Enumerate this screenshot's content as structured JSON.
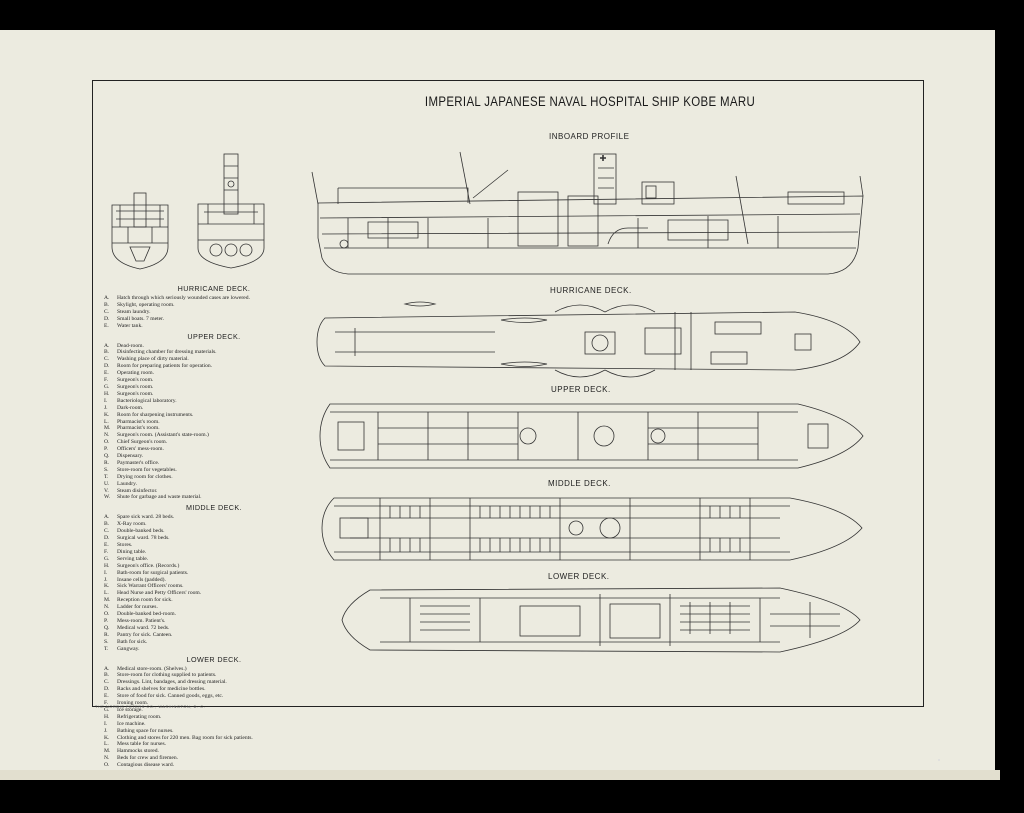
{
  "title": "IMPERIAL JAPANESE NAVAL HOSPITAL SHIP KOBE MARU",
  "views": {
    "inboard": "INBOARD PROFILE",
    "hurricane": "HURRICANE DECK.",
    "upper": "UPPER DECK.",
    "middle": "MIDDLE DECK.",
    "lower": "LOWER DECK."
  },
  "legend": {
    "hurricane": {
      "title": "HURRICANE DECK.",
      "items": [
        {
          "k": "A.",
          "t": "Hatch through which seriously wounded cases are lowered."
        },
        {
          "k": "B.",
          "t": "Skylight, operating room."
        },
        {
          "k": "C.",
          "t": "Steam laundry."
        },
        {
          "k": "D.",
          "t": "Small boats.  7 meter."
        },
        {
          "k": "E.",
          "t": "Water tank."
        }
      ]
    },
    "upper": {
      "title": "UPPER DECK.",
      "items": [
        {
          "k": "A.",
          "t": "Dead-room."
        },
        {
          "k": "B.",
          "t": "Disinfecting chamber for dressing materials."
        },
        {
          "k": "C.",
          "t": "Washing place of dirty material."
        },
        {
          "k": "D.",
          "t": "Room for preparing patients for operation."
        },
        {
          "k": "E.",
          "t": "Operating room."
        },
        {
          "k": "F.",
          "t": "Surgeon's room."
        },
        {
          "k": "G.",
          "t": "Surgeon's room."
        },
        {
          "k": "H.",
          "t": "Surgeon's room."
        },
        {
          "k": "I.",
          "t": "Bacteriological laboratory."
        },
        {
          "k": "J.",
          "t": "Dark-room."
        },
        {
          "k": "K.",
          "t": "Room for sharpening instruments."
        },
        {
          "k": "L.",
          "t": "Pharmacist's room."
        },
        {
          "k": "M.",
          "t": "Pharmacist's room."
        },
        {
          "k": "N.",
          "t": "Surgeon's room.  (Assistant's state-room.)"
        },
        {
          "k": "O.",
          "t": "Chief Surgeon's room."
        },
        {
          "k": "P.",
          "t": "Officers' mess-room."
        },
        {
          "k": "Q.",
          "t": "Dispensary."
        },
        {
          "k": "R.",
          "t": "Paymaster's office."
        },
        {
          "k": "S.",
          "t": "Store-room for vegetables."
        },
        {
          "k": "T.",
          "t": "Drying room for clothes."
        },
        {
          "k": "U.",
          "t": "Laundry."
        },
        {
          "k": "V.",
          "t": "Steam disinfector."
        },
        {
          "k": "W.",
          "t": "Shute for garbage and waste material."
        }
      ]
    },
    "middle": {
      "title": "MIDDLE DECK.",
      "items": [
        {
          "k": "A.",
          "t": "Spare sick ward.  28 beds."
        },
        {
          "k": "B.",
          "t": "X-Ray room."
        },
        {
          "k": "C.",
          "t": "Double-banked beds."
        },
        {
          "k": "D.",
          "t": "Surgical ward.  78 beds."
        },
        {
          "k": "E.",
          "t": "Stores."
        },
        {
          "k": "F.",
          "t": "Dining table."
        },
        {
          "k": "G.",
          "t": "Serving table."
        },
        {
          "k": "H.",
          "t": "Surgeon's office.  (Records.)"
        },
        {
          "k": "I.",
          "t": "Bath-room for surgical patients."
        },
        {
          "k": "J.",
          "t": "Insane cells (padded)."
        },
        {
          "k": "K.",
          "t": "Sick Warrant Officers' rooms."
        },
        {
          "k": "L.",
          "t": "Head Nurse and Petty Officers' room."
        },
        {
          "k": "M.",
          "t": "Reception room for sick."
        },
        {
          "k": "N.",
          "t": "Ladder for nurses."
        },
        {
          "k": "O.",
          "t": "Double-banked bed-room."
        },
        {
          "k": "P.",
          "t": "Mess-room.  Patient's."
        },
        {
          "k": "Q.",
          "t": "Medical ward.  72 beds."
        },
        {
          "k": "R.",
          "t": "Pantry for sick.  Canteen."
        },
        {
          "k": "S.",
          "t": "Bath for sick."
        },
        {
          "k": "T.",
          "t": "Gangway."
        }
      ]
    },
    "lower": {
      "title": "LOWER DECK.",
      "items": [
        {
          "k": "A.",
          "t": "Medical store-room.  (Shelves.)"
        },
        {
          "k": "B.",
          "t": "Store-room for clothing supplied to patients."
        },
        {
          "k": "C.",
          "t": "Dressings.  Lint, bandages, and dressing material."
        },
        {
          "k": "D.",
          "t": "Racks and shelves for medicine bottles."
        },
        {
          "k": "E.",
          "t": "Store of food for sick.  Canned goods, eggs, etc."
        },
        {
          "k": "F.",
          "t": "Ironing room."
        },
        {
          "k": "G.",
          "t": "Ice storage."
        },
        {
          "k": "H.",
          "t": "Refrigerating room."
        },
        {
          "k": "I.",
          "t": "Ice machine."
        },
        {
          "k": "J.",
          "t": "Bathing space for nurses."
        },
        {
          "k": "K.",
          "t": "Clothing and stores for 220 men.  Bag room for sick patients."
        },
        {
          "k": "L.",
          "t": "Mess table for nurses."
        },
        {
          "k": "M.",
          "t": "Hammocks stored."
        },
        {
          "k": "N.",
          "t": "Beds for crew and firemen."
        },
        {
          "k": "O.",
          "t": "Contagious disease ward."
        }
      ]
    }
  },
  "imprint": "THE NORRIS PETERS CO., WASHINGTON, D. C."
}
